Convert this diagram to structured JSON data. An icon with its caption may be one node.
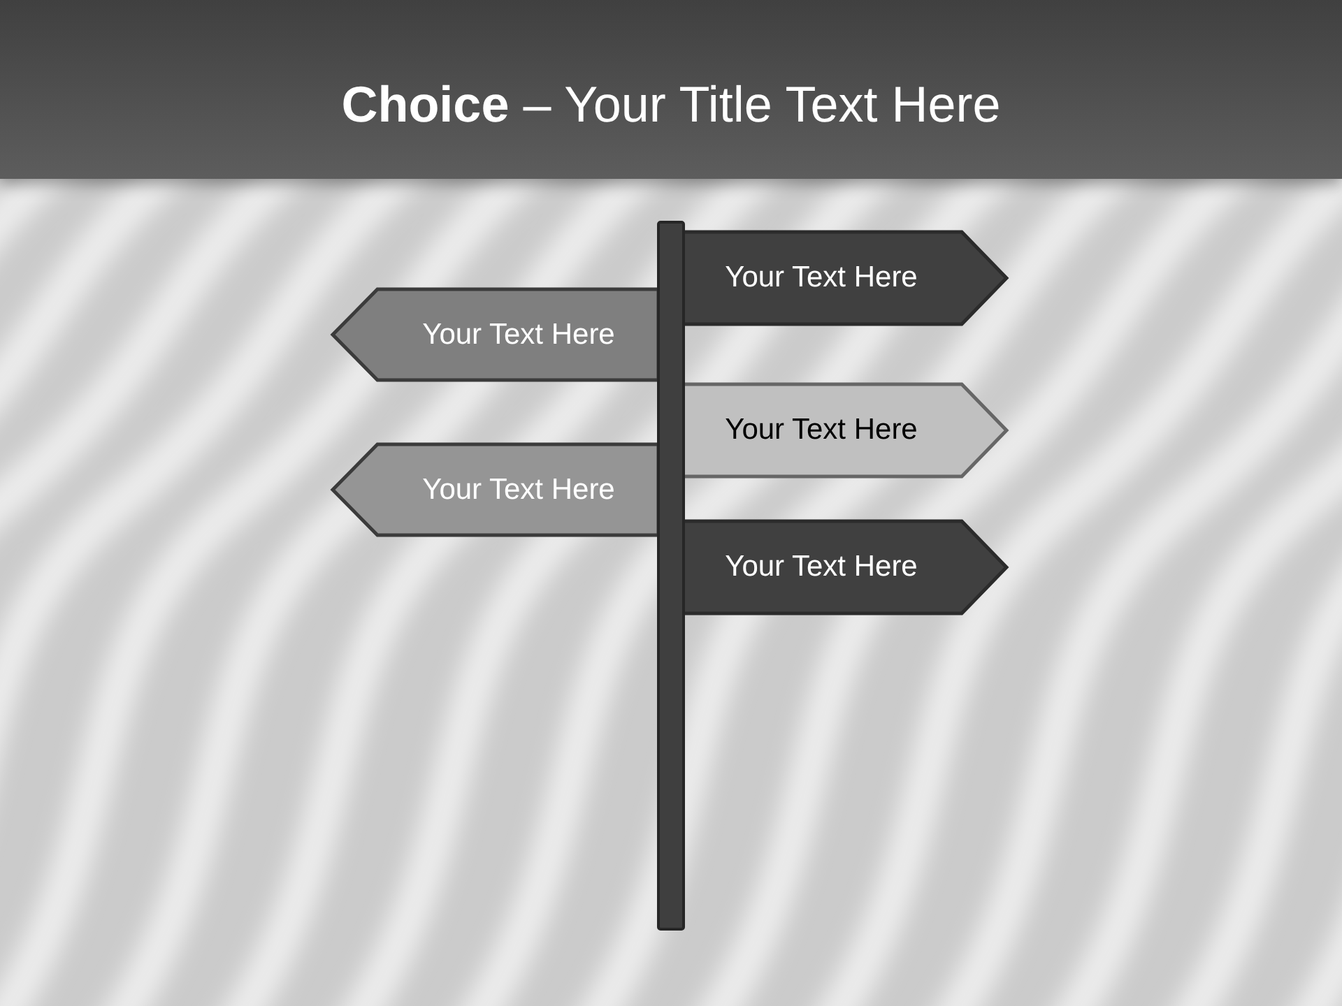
{
  "diagram": {
    "title": "**Choice** – Your Title Text Here",
    "nodes": [
      {
        "text": [
          "Your Text Here"
        ]
      },
      {
        "text": [
          "Your Text Here"
        ]
      },
      {
        "text": [
          "Your Text Here"
        ]
      },
      {
        "text": [
          "Your Text Here"
        ]
      },
      {
        "text": [
          "Your Text Here"
        ]
      },
      {
        "text": [],
        "shape": "bar"
      }
    ]
  }
}
